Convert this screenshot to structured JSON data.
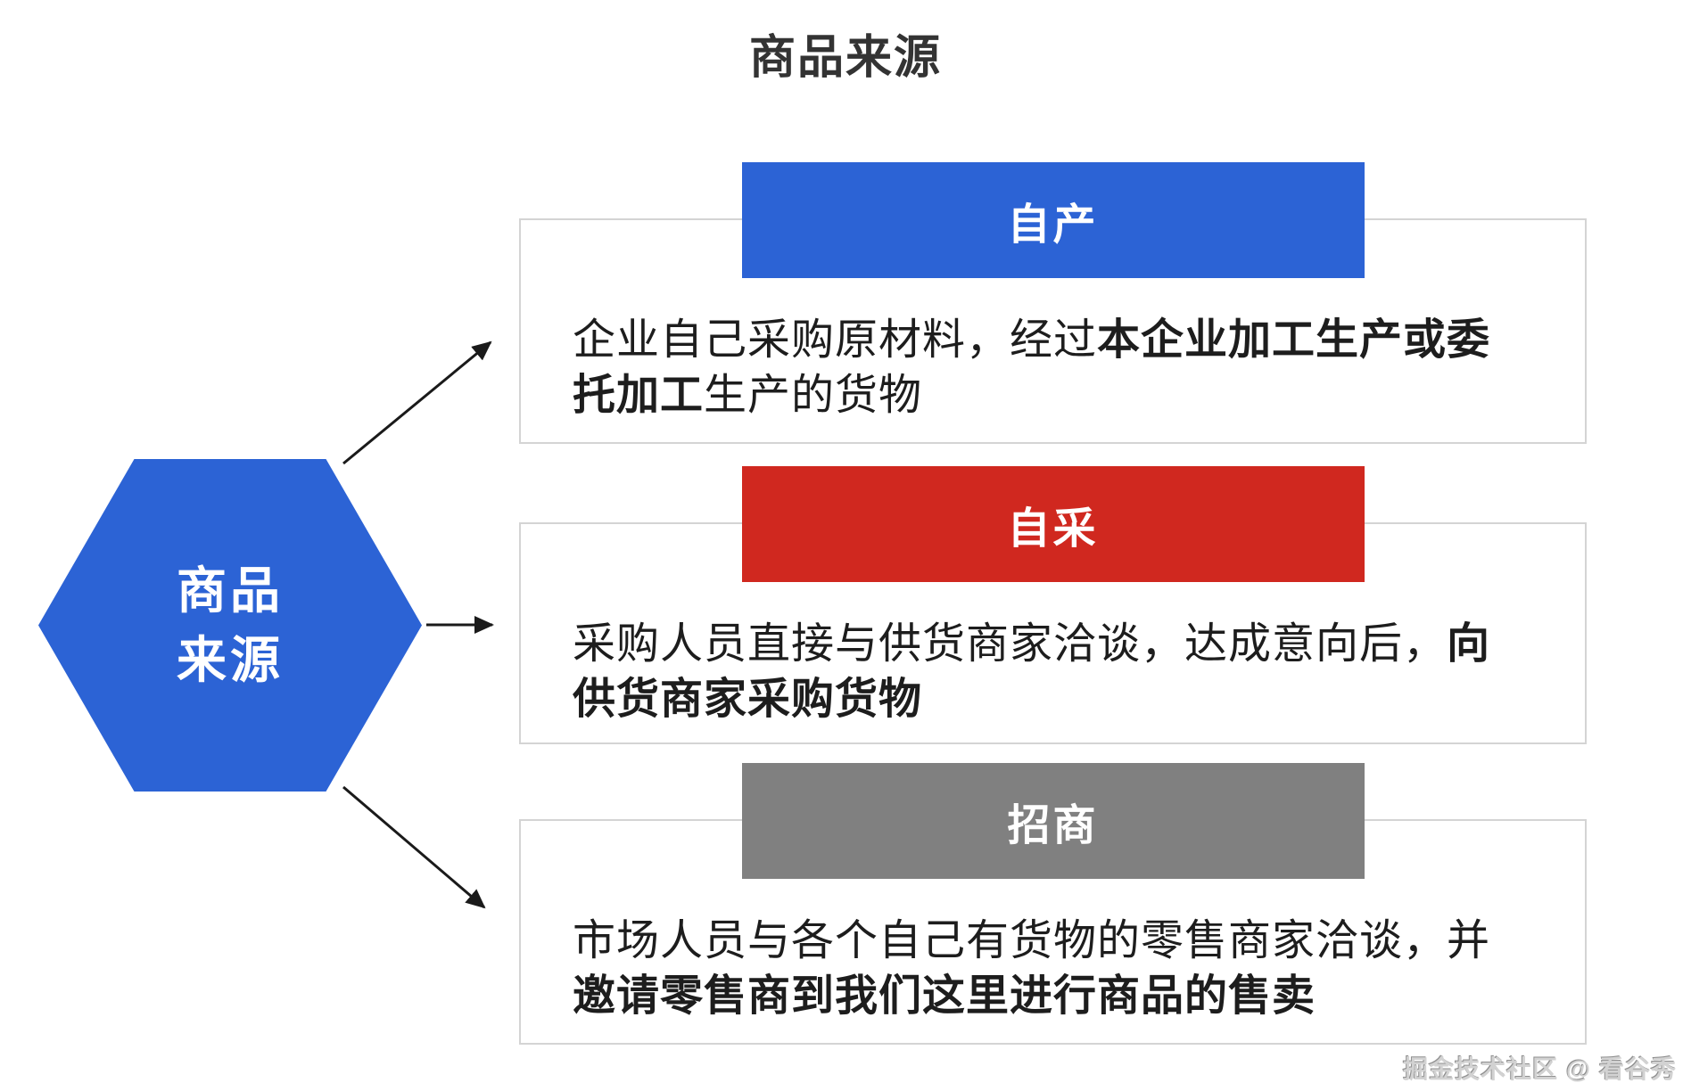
{
  "page": {
    "title": "商品来源",
    "watermark": "掘金技术社区 @ 看谷秀"
  },
  "hexagon": {
    "label_line1": "商品",
    "label_line2": "来源",
    "color": "#2c63d5"
  },
  "panels": [
    {
      "header_label": "自产",
      "header_color": "#2c63d5",
      "body_lines": [
        [
          {
            "text": "企业自己采购原材料，经过",
            "bold": false
          },
          {
            "text": "本企业加工生产或委",
            "bold": true
          }
        ],
        [
          {
            "text": "托加工",
            "bold": true
          },
          {
            "text": "生产的货物",
            "bold": false
          }
        ]
      ]
    },
    {
      "header_label": "自采",
      "header_color": "#d0281f",
      "body_lines": [
        [
          {
            "text": "采购人员直接与供货商家洽谈，达成意向后，",
            "bold": false
          },
          {
            "text": "向",
            "bold": true
          }
        ],
        [
          {
            "text": "供货商家采购货物",
            "bold": true
          }
        ]
      ]
    },
    {
      "header_label": "招商",
      "header_color": "#808080",
      "body_lines": [
        [
          {
            "text": "市场人员与各个自己有货物的零售商家洽谈，并",
            "bold": false
          }
        ],
        [
          {
            "text": "邀请零售商到我们这里进行商品的售卖",
            "bold": true
          }
        ]
      ]
    }
  ],
  "colors": {
    "accent_blue": "#2c63d5",
    "accent_red": "#d0281f",
    "accent_gray": "#808080",
    "box_border": "#d4d4d4",
    "body_text": "#1d1d1d",
    "arrow": "#1a1a1a"
  }
}
